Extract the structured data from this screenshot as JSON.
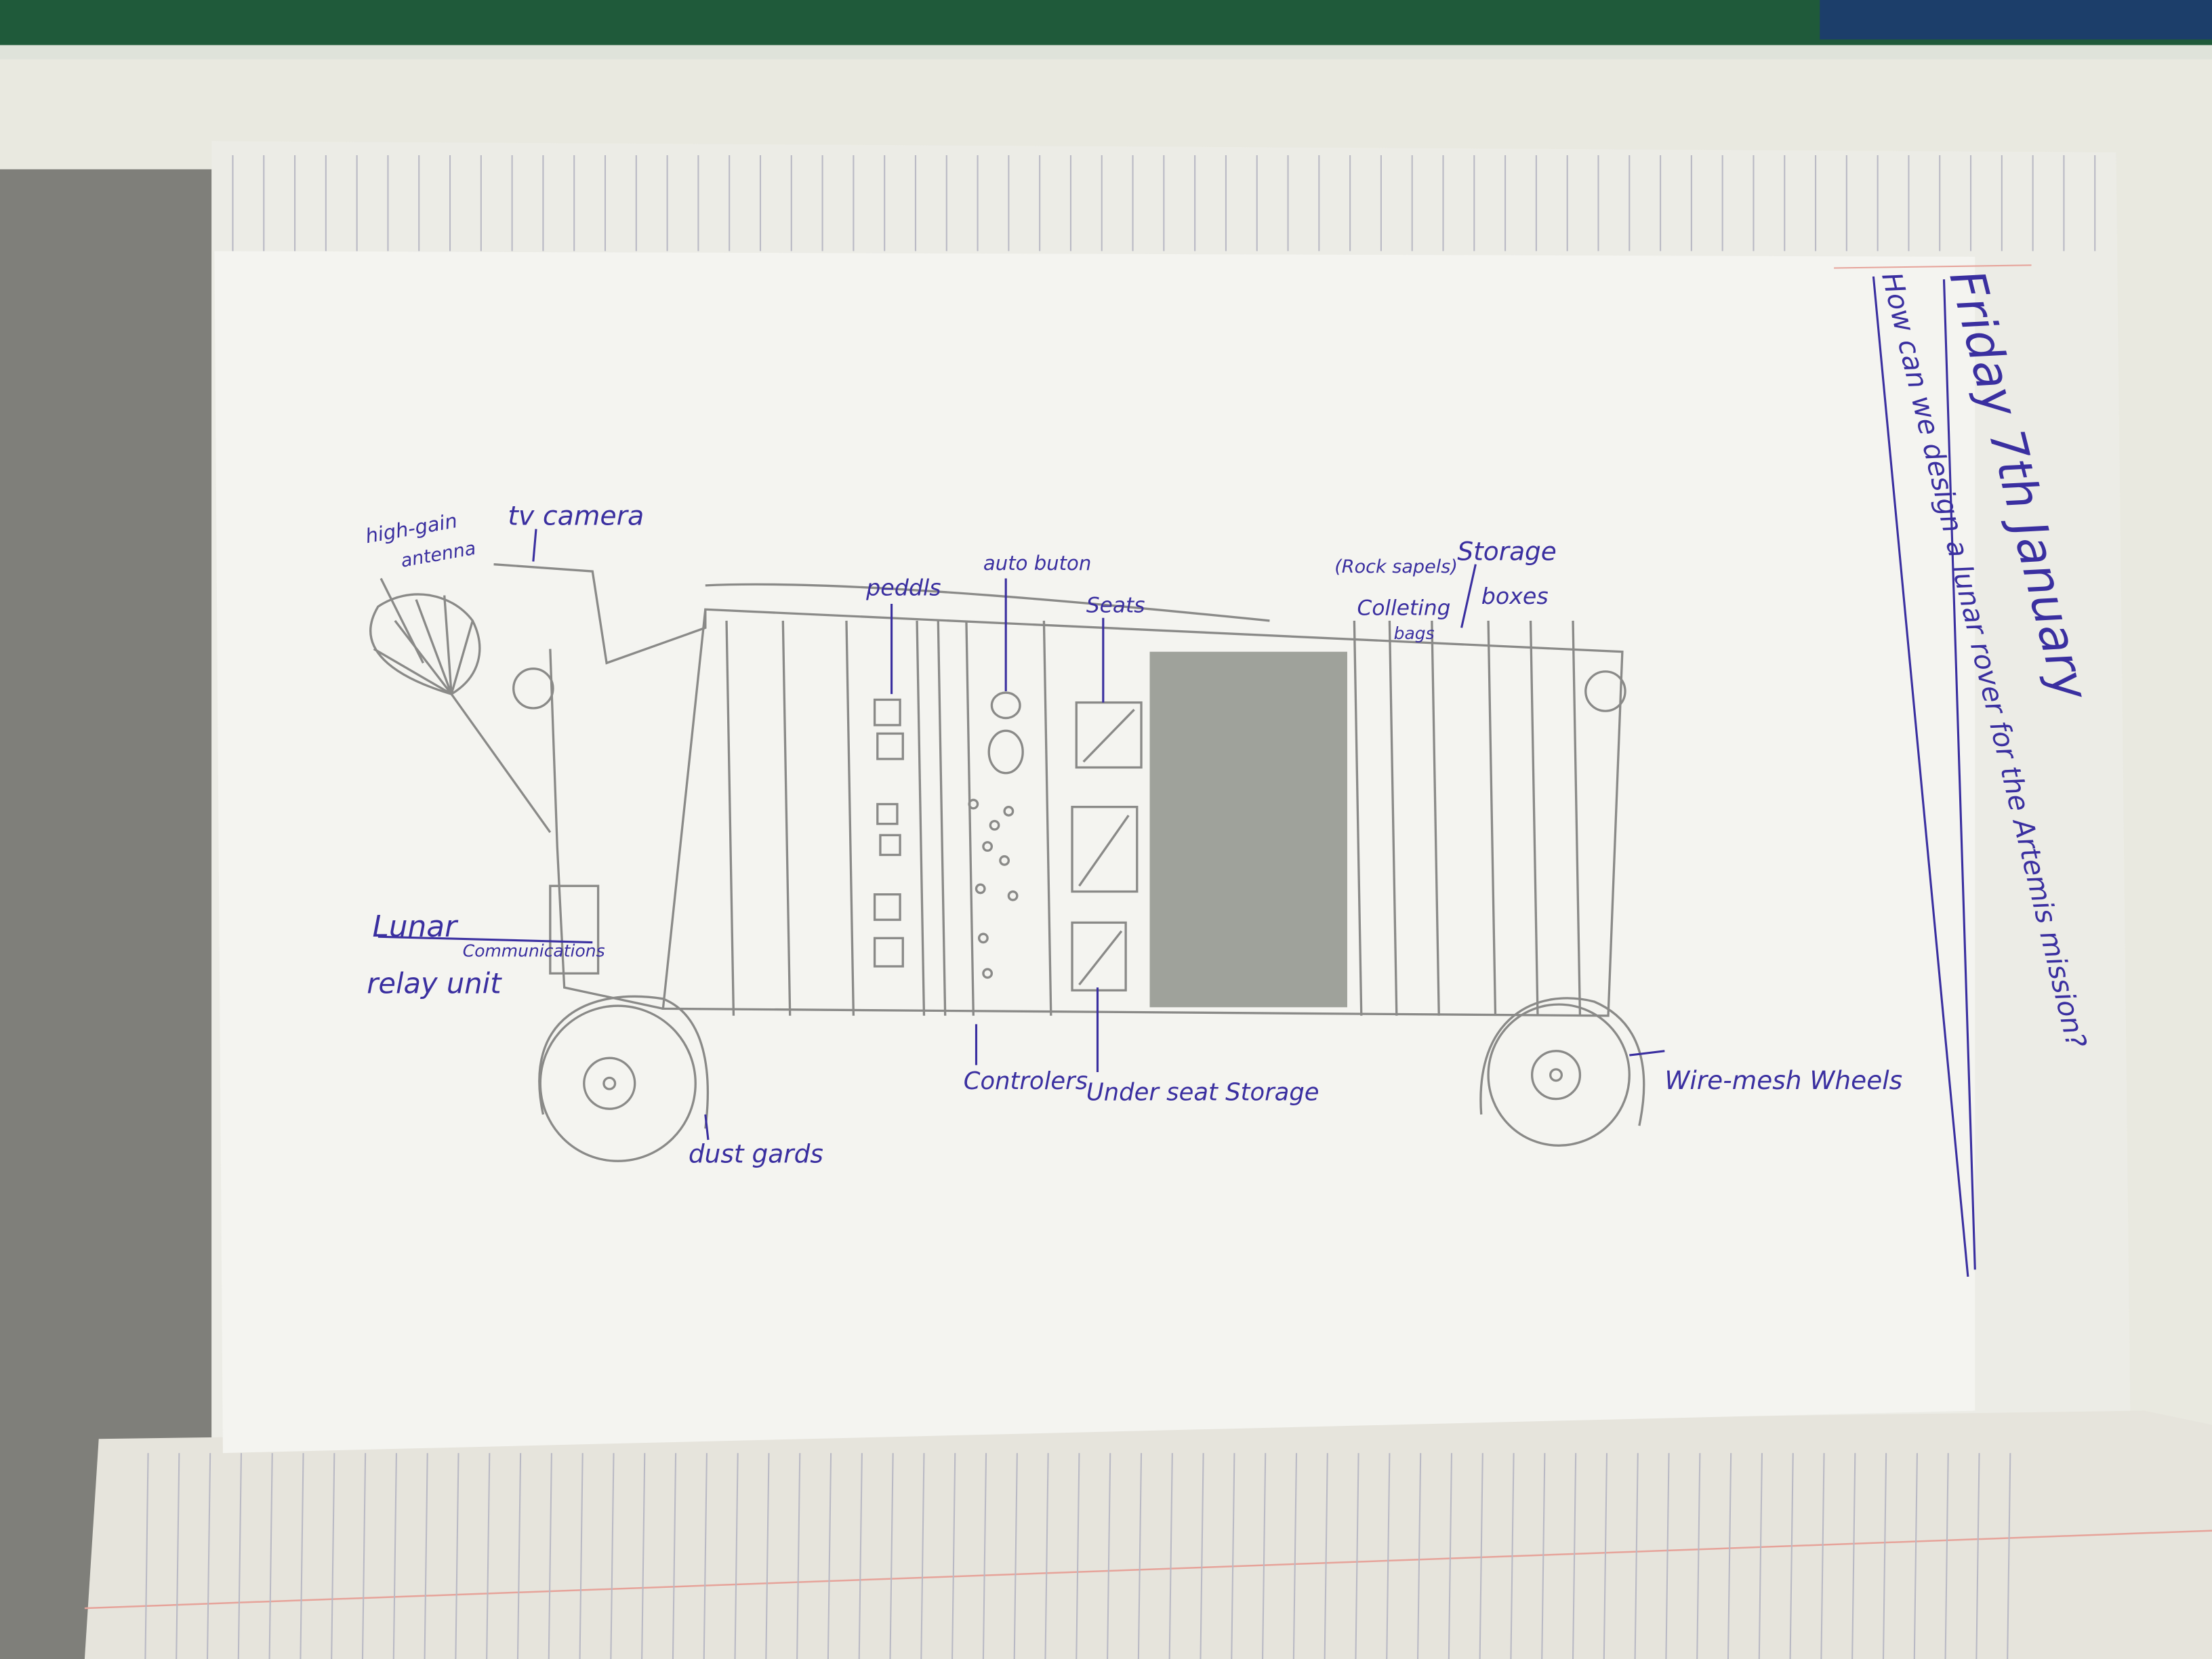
{
  "heading": {
    "date": "Friday 7th January",
    "question": "How can we design a lunar rover for the Artemis mission?"
  },
  "labels": {
    "antenna_1": "high-gain",
    "antenna_2": "antenna",
    "camera": "tv camera",
    "pedals": "peddls",
    "auto_button": "auto buton",
    "seats": "Seats",
    "rock_samples": "(Rock sapels)",
    "collecting": "Colleting",
    "bags": "bags",
    "storage": "Storage",
    "boxes": "boxes",
    "lunar": "Lunar",
    "communications": "Communications",
    "relay_unit": "relay unit",
    "controllers": "Controlers",
    "under_seat_storage": "Under seat Storage",
    "dust_guards": "dust gards",
    "wheels": "Wire-mesh Wheels"
  },
  "colors": {
    "ink": "#3a2fa0",
    "pencil": "#8a8a88",
    "paper": "#f4f4f0",
    "desk_green": "#1f5a3a"
  }
}
